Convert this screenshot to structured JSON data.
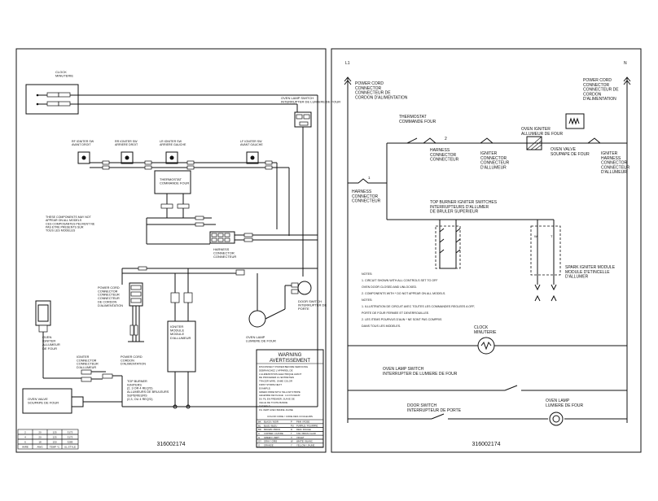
{
  "left_sheet": {
    "clock": "CLOCK\nMINUTERIE",
    "oven_lamp_switch": "OVEN LAMP SWITCH\nINTERRUPTER DE LUMIERE DE FOUR",
    "igniters": [
      "RF IGNITER SW\nAVANT DROIT",
      "RR IGNITER SW\nARRIERE DROIT",
      "LR IGNITER SW\nARRIERE GAUCHE",
      "LF IGNITER SW\nAVANT GAUCHE"
    ],
    "thermostat": "THERMOSTAT\nCOMMANDE FOUR",
    "note": "THESE COMPONENTS MAY NOT\nAPPEAR ON ALL MODELS\nCES COMPOSANTES PEUVENT NE\nPAS ETRE PRESENTS SUR\nTOUS LES MODELES",
    "harness": "HARNESS\nCONNECTOR\nCONNECTEUR",
    "power_cord_connector": "POWER CORD\nCONNECTOR\nCONNECTEUR\nCONNECTEUR\nDE CORDON\nD'ALIMENTATION",
    "oven_igniter": "OVEN\nIGNITER\nALLUMEUR\nDE FOUR",
    "power_cord": "POWER CORD\nCORDON\nD'ALIMENTATION",
    "spark_module": "IGNITER\nMODULE\nMODULE\nD'ALLUMEUR",
    "igniter_connector": "IGNITER\nCONNECTOR\nCONNECTEUR\nD'ALLUMEUR",
    "top_burner_igniters": "TOP BURNER\nIGNITERS\n(2, 3 OR 4 REQ'D)\nALLUMEURS DE BRULEURS\nSUPERIEURS\n(2,3, OU 4 REQ'D)",
    "oven_lamp": "OVEN LAMP\nLUMIERE DE FOUR",
    "door_switch": "DOOR SWITCH\nINTERRUPTER DE\nPORTE",
    "oven_valve": "OVEN VALVE\nSOUPAPE DE FOUR",
    "part_number": "316002174",
    "warning": {
      "title": "WARNING",
      "title_fr": "AVERTISSEMENT",
      "lines": [
        "DISCONNECT POWER BEFORE SERVICING",
        "DEBRANCHEZ L'APPAREIL DE",
        "L'ALIMENTATION ELECTRIQUE AVANT",
        "DE PROCEDER A L'ENTRETIEN",
        "TRACER WIRE, SAME COLOR",
        "FIRST STRIPE NEXT",
        "EXAMPLE:",
        "GREEN WIRE WITH YELLOW STRIPE",
        "LEGENDE DE FILAGE : LA COULEUR",
        "DU FIL EN PREMIER, SUIVIE DE",
        "CELLE DE TOUTE BANDE",
        "EXEMPLE:",
        "FIL VERT AVEC BANDE JAUNE"
      ],
      "color_header": "COLOR CODE / CODE DES COULEURS",
      "colors": [
        [
          "BK",
          "BLACK / NOIR",
          "P",
          "PINK / ROSE"
        ],
        [
          "BL",
          "BLUE / BLEU",
          "PU",
          "PURPLE / POURPRE"
        ],
        [
          "BR",
          "BROWN / BRUN",
          "R",
          "RED / ROUGE"
        ],
        [
          "C",
          "COPPER / CUIVRE",
          "T",
          "TAN / BRUN CLAIR"
        ],
        [
          "G",
          "GREEN / VERT",
          "V",
          "VIOLET"
        ],
        [
          "GY",
          "GRAY / GRIS",
          "W",
          "WHITE / BLANC"
        ],
        [
          "O",
          "ORANGE",
          "Y",
          "YELLOW / JAUNE"
        ]
      ]
    },
    "wire_table": {
      "rows": [
        [
          "2",
          "20",
          "125",
          "3173"
        ],
        [
          "4",
          "20",
          "125",
          "3173"
        ],
        [
          "6",
          "18",
          "150",
          "3289"
        ],
        [
          "WIRE",
          "AWG",
          "TEMP °C",
          "UL STYLE"
        ]
      ]
    }
  },
  "right_sheet": {
    "l1": "L1",
    "n": "N",
    "power_cord_connector_left": "POWER CORD\nCONNECTOR\nCONNECTEUR DE\nCORDON D'ALIMENTATION",
    "power_cord_connector_right": "POWER CORD\nCONNECTOR\nCONNECTEUR DE\nCORDON\nD'ALIMENTATION",
    "thermostat": "THERMOSTAT\nCOMMANDE FOUR",
    "oven_igniter": "OVEN IGNITER\nALLUMEUR DE FOUR",
    "harness_connector_top": "HARNESS\nCONNECTOR\nCONNECTEUR",
    "igniter_connector_1": "IGNITER\nCONNECTOR\nCONNECTEUR\nD'ALLUMEUR",
    "oven_valve": "OVEN VALVE\nSOUPAPE DE FOUR",
    "igniter_connector_2": "IGNITER\nHARNESS\nCONNECTOR\nCONNECTEUR\nD'ALLUMEUR",
    "harness_connector_left": "HARNESS\nCONNECTOR\nCONNECTEUR",
    "top_burner_switches": "TOP BURNER IGNITER SWITCHES\nINTERRUPTEURS D'ALLUMER\nDE BRULER SUPERIEUR",
    "notes_title": "NOTES:",
    "notes": [
      "1.  CIRCUIT SHOWN WITH ALL CONTROLS SET TO OFF",
      "     OVEN DOOR CLOSED AND UNLOCKED.",
      "2.  COMPONENTS WITH * DO NOT APPEAR ON ALL MODELS.",
      "NOTES:",
      "1.  ILLUSTRATION DE CIRCUIT AVEC TOUTES LES COMMANDES REGLEES A OFF,",
      "     PORTE DE FOUR FERMEE ET DEVERROUILLEE.",
      "2.  LES ITEMS POURVUS D'AUN * NE SONT PAS COMPRIS",
      "     DANS TOUS LES MODELES."
    ],
    "spark_module": "SPARK IGNITER MODULE\nMODULE D'ETINCELLE\nD'ALLUMER",
    "clock": "CLOCK\nMINUTERIE",
    "oven_lamp_switch": "OVEN LAMP SWITCH\nINTERRUPTER DE LUMIERE DE FOUR",
    "door_switch": "DOOR SWITCH\nINTERRUPTEUR DE PORTE",
    "oven_lamp": "OVEN LAMP\nLUMIERE DE FOUR",
    "part_number": "316002174"
  }
}
